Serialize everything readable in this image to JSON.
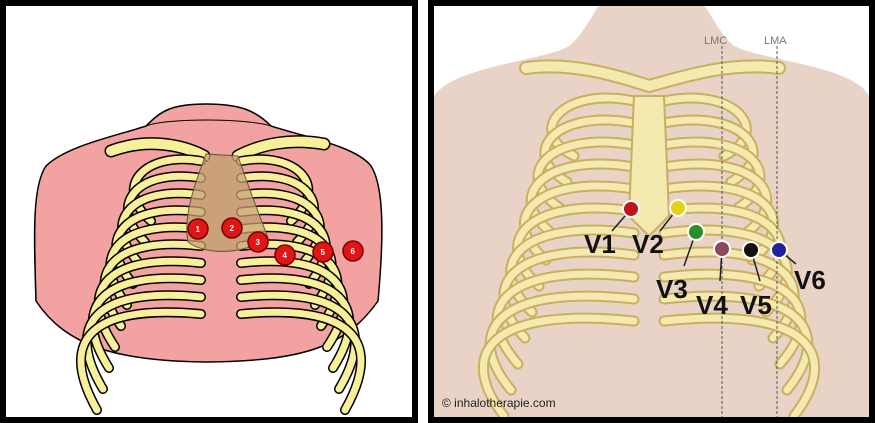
{
  "left_diagram": {
    "electrodes": [
      {
        "label": "1"
      },
      {
        "label": "2"
      },
      {
        "label": "3"
      },
      {
        "label": "4"
      },
      {
        "label": "5"
      },
      {
        "label": "6"
      }
    ],
    "colors": {
      "skin": "#f2a3a1",
      "rib": "#f7ef9a",
      "heart": "#c9a178",
      "electrode": "#e01515"
    }
  },
  "right_diagram": {
    "line_labels": [
      "LMC",
      "LMA"
    ],
    "leads": [
      {
        "label": "V1",
        "color": "#c0141a"
      },
      {
        "label": "V2",
        "color": "#e6d21a"
      },
      {
        "label": "V3",
        "color": "#2a8f2a"
      },
      {
        "label": "V4",
        "color": "#8a4a5a"
      },
      {
        "label": "V5",
        "color": "#111111"
      },
      {
        "label": "V6",
        "color": "#22229a"
      }
    ],
    "credit": "© inhalotherapie.com",
    "colors": {
      "skin": "#e9d2c6",
      "rib": "#f4eab0"
    }
  }
}
